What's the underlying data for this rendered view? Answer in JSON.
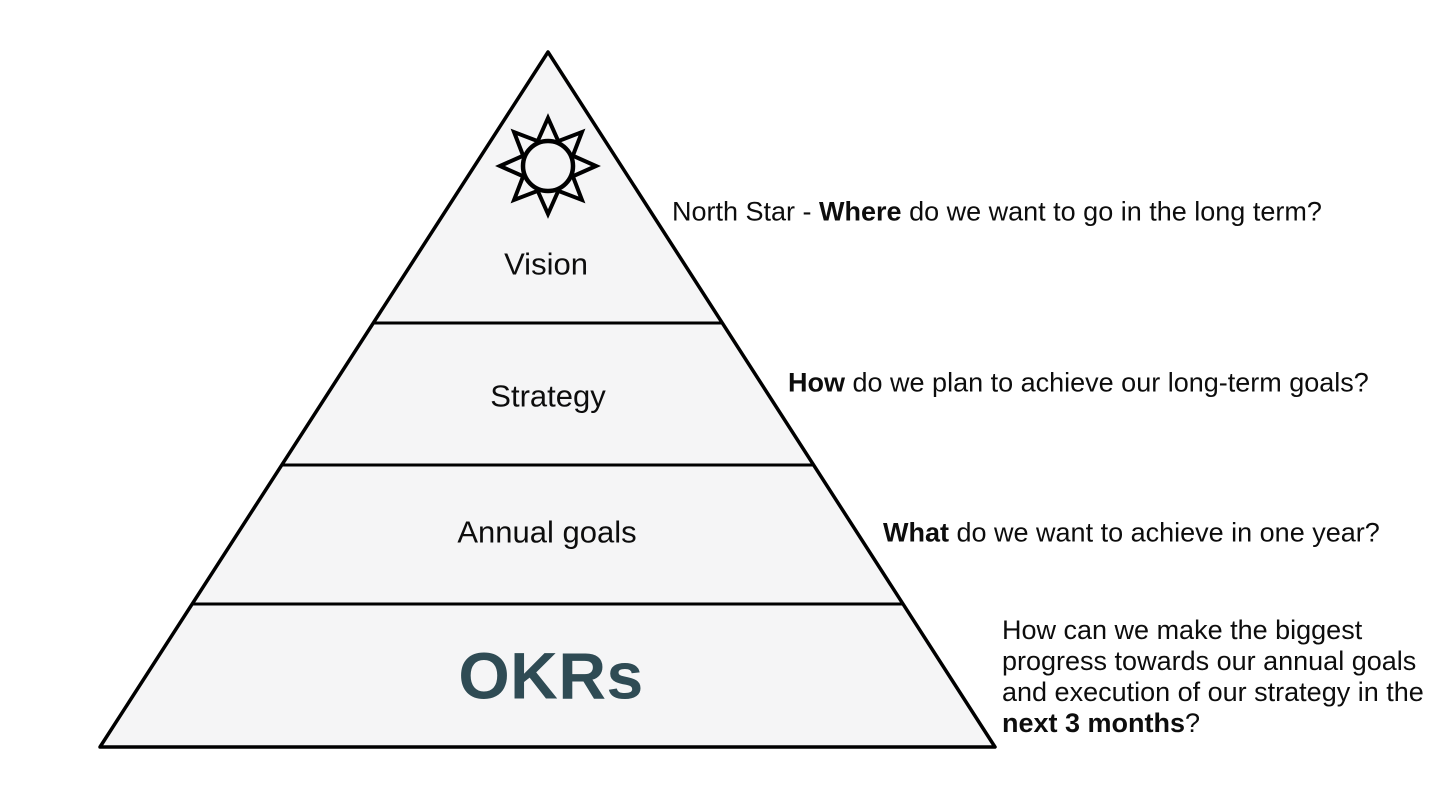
{
  "colors": {
    "background": "#ffffff",
    "pyramid_fill": "#f5f5f6",
    "outline": "#000000",
    "text": "#0d0d0d",
    "okrs_text": "#2f4b54"
  },
  "pyramid": {
    "levels": [
      {
        "id": "vision",
        "label": "Vision",
        "icon": "sun-icon"
      },
      {
        "id": "strategy",
        "label": "Strategy"
      },
      {
        "id": "annual-goals",
        "label": "Annual goals"
      },
      {
        "id": "okrs",
        "label": "OKRs"
      }
    ]
  },
  "annotations": [
    {
      "for_level": "vision",
      "lines": [
        [
          {
            "t": "North Star - "
          },
          {
            "t": "Where",
            "b": true
          },
          {
            "t": " do we want to go in the long term?"
          }
        ]
      ]
    },
    {
      "for_level": "strategy",
      "lines": [
        [
          {
            "t": "How",
            "b": true
          },
          {
            "t": " do we plan to achieve our long-term goals?"
          }
        ]
      ]
    },
    {
      "for_level": "annual-goals",
      "lines": [
        [
          {
            "t": "What",
            "b": true
          },
          {
            "t": " do we want to achieve in one year?"
          }
        ]
      ]
    },
    {
      "for_level": "okrs",
      "lines": [
        [
          {
            "t": "How can we make the biggest"
          }
        ],
        [
          {
            "t": "progress towards our annual goals"
          }
        ],
        [
          {
            "t": "and execution of our strategy in the"
          }
        ],
        [
          {
            "t": "next 3 months",
            "b": true
          },
          {
            "t": "?"
          }
        ]
      ]
    }
  ]
}
